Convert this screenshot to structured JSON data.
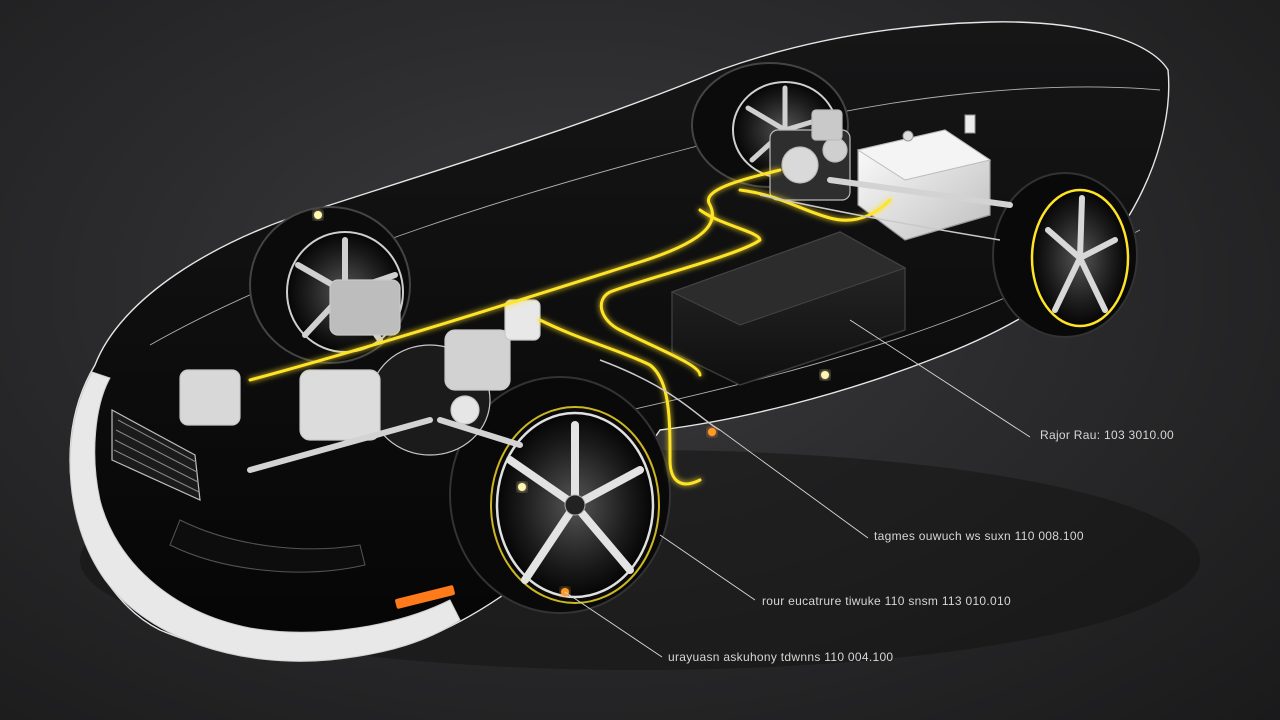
{
  "callouts": [
    {
      "id": "c1",
      "text": "Rajor  Rau:  103  3010.00"
    },
    {
      "id": "c2",
      "text": "tagmes  ouwuch  ws  suxn  110  008.100"
    },
    {
      "id": "c3",
      "text": "rour  eucatrure  tiwuke  110  snsm  113  010.010"
    },
    {
      "id": "c4",
      "text": "urayuasn  askuhony  tdwnns  110  004.100"
    }
  ],
  "colors": {
    "background": "#2b2b2d",
    "body": "#0e0e0f",
    "highlight_wire": "#ffe327",
    "outline": "#d9d9d9",
    "accent_light": "#ff7a1a"
  }
}
